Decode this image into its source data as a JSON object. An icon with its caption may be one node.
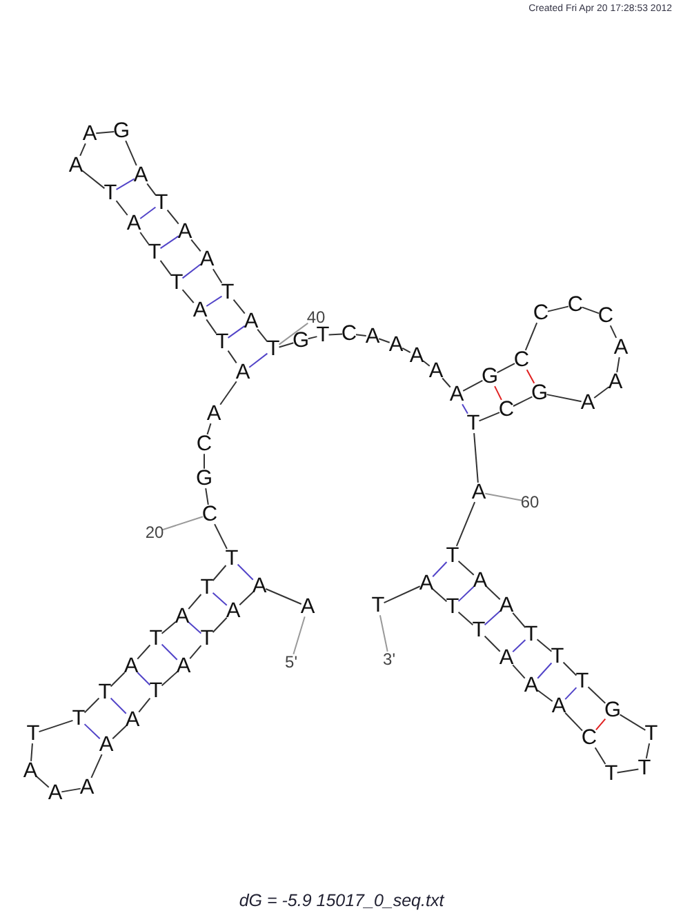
{
  "diagram": {
    "caption": "dG = -5.9 15017_0_seq.txt",
    "labels": [
      "Created Fri Apr 20 17:28:53 2012"
    ],
    "nodes": [
      {
        "text": [
          "A"
        ]
      },
      {
        "text": [
          "A"
        ]
      },
      {
        "text": [
          "A"
        ]
      },
      {
        "text": [
          "T"
        ]
      },
      {
        "text": [
          "A"
        ]
      },
      {
        "text": [
          "T"
        ]
      },
      {
        "text": [
          "A"
        ]
      },
      {
        "text": [
          "A"
        ]
      },
      {
        "text": [
          "A"
        ]
      },
      {
        "text": [
          "A"
        ]
      },
      {
        "text": [
          "A"
        ]
      },
      {
        "text": [
          "T"
        ]
      },
      {
        "text": [
          "T"
        ]
      },
      {
        "text": [
          "T"
        ]
      },
      {
        "text": [
          "A"
        ]
      },
      {
        "text": [
          "T"
        ]
      },
      {
        "text": [
          "A"
        ]
      },
      {
        "text": [
          "T"
        ]
      },
      {
        "text": [
          "T"
        ]
      },
      {
        "text": [
          "C"
        ]
      },
      {
        "text": [
          "G"
        ]
      },
      {
        "text": [
          "C"
        ]
      },
      {
        "text": [
          "A"
        ]
      },
      {
        "text": [
          "A"
        ]
      },
      {
        "text": [
          "T"
        ]
      },
      {
        "text": [
          "A"
        ]
      },
      {
        "text": [
          "T"
        ]
      },
      {
        "text": [
          "T"
        ]
      },
      {
        "text": [
          "A"
        ]
      },
      {
        "text": [
          "T"
        ]
      },
      {
        "text": [
          "A"
        ]
      },
      {
        "text": [
          "A"
        ]
      },
      {
        "text": [
          "G"
        ]
      },
      {
        "text": [
          "A"
        ]
      },
      {
        "text": [
          "T"
        ]
      },
      {
        "text": [
          "A"
        ]
      },
      {
        "text": [
          "A"
        ]
      },
      {
        "text": [
          "T"
        ]
      },
      {
        "text": [
          "A"
        ]
      },
      {
        "text": [
          "T"
        ]
      },
      {
        "text": [
          "G"
        ]
      },
      {
        "text": [
          "T"
        ]
      },
      {
        "text": [
          "C"
        ]
      },
      {
        "text": [
          "A"
        ]
      },
      {
        "text": [
          "A"
        ]
      },
      {
        "text": [
          "A"
        ]
      },
      {
        "text": [
          "A"
        ]
      },
      {
        "text": [
          "A"
        ]
      },
      {
        "text": [
          "G"
        ]
      },
      {
        "text": [
          "C"
        ]
      },
      {
        "text": [
          "C"
        ]
      },
      {
        "text": [
          "C"
        ]
      },
      {
        "text": [
          "C"
        ]
      },
      {
        "text": [
          "A"
        ]
      },
      {
        "text": [
          "A"
        ]
      },
      {
        "text": [
          "A"
        ]
      },
      {
        "text": [
          "G"
        ]
      },
      {
        "text": [
          "C"
        ]
      },
      {
        "text": [
          "T"
        ]
      },
      {
        "text": [
          "A"
        ]
      },
      {
        "text": [
          "T"
        ]
      },
      {
        "text": [
          "A"
        ]
      },
      {
        "text": [
          "A"
        ]
      },
      {
        "text": [
          "T"
        ]
      },
      {
        "text": [
          "T"
        ]
      },
      {
        "text": [
          "T"
        ]
      },
      {
        "text": [
          "G"
        ]
      },
      {
        "text": [
          "T"
        ]
      },
      {
        "text": [
          "T"
        ]
      },
      {
        "text": [
          "T"
        ]
      },
      {
        "text": [
          "C"
        ]
      },
      {
        "text": [
          "A"
        ]
      },
      {
        "text": [
          "A"
        ]
      },
      {
        "text": [
          "A"
        ]
      },
      {
        "text": [
          "T"
        ]
      },
      {
        "text": [
          "T"
        ]
      },
      {
        "text": [
          "A"
        ]
      },
      {
        "text": [
          "T"
        ]
      },
      {
        "text": [
          "5'"
        ]
      },
      {
        "text": [
          "3'"
        ]
      },
      {
        "text": [
          "20"
        ]
      },
      {
        "text": [
          "40"
        ]
      },
      {
        "text": [
          "60"
        ]
      }
    ],
    "edges": [
      {
        "from": 0,
        "to": 1,
        "arrow": "none"
      },
      {
        "from": 1,
        "to": 2,
        "arrow": "none"
      },
      {
        "from": 2,
        "to": 3,
        "arrow": "none"
      },
      {
        "from": 3,
        "to": 4,
        "arrow": "none"
      },
      {
        "from": 4,
        "to": 5,
        "arrow": "none"
      },
      {
        "from": 5,
        "to": 6,
        "arrow": "none"
      },
      {
        "from": 6,
        "to": 7,
        "arrow": "none"
      },
      {
        "from": 7,
        "to": 8,
        "arrow": "none"
      },
      {
        "from": 8,
        "to": 9,
        "arrow": "none"
      },
      {
        "from": 9,
        "to": 10,
        "arrow": "none"
      },
      {
        "from": 10,
        "to": 11,
        "arrow": "none"
      },
      {
        "from": 11,
        "to": 12,
        "arrow": "none"
      },
      {
        "from": 12,
        "to": 13,
        "arrow": "none"
      },
      {
        "from": 13,
        "to": 14,
        "arrow": "none"
      },
      {
        "from": 14,
        "to": 15,
        "arrow": "none"
      },
      {
        "from": 15,
        "to": 16,
        "arrow": "none"
      },
      {
        "from": 16,
        "to": 17,
        "arrow": "none"
      },
      {
        "from": 17,
        "to": 18,
        "arrow": "none"
      },
      {
        "from": 18,
        "to": 19,
        "arrow": "none"
      },
      {
        "from": 19,
        "to": 20,
        "arrow": "none"
      },
      {
        "from": 20,
        "to": 21,
        "arrow": "none"
      },
      {
        "from": 21,
        "to": 22,
        "arrow": "none"
      },
      {
        "from": 22,
        "to": 23,
        "arrow": "none"
      },
      {
        "from": 23,
        "to": 24,
        "arrow": "none"
      },
      {
        "from": 24,
        "to": 25,
        "arrow": "none"
      },
      {
        "from": 25,
        "to": 26,
        "arrow": "none"
      },
      {
        "from": 26,
        "to": 27,
        "arrow": "none"
      },
      {
        "from": 27,
        "to": 28,
        "arrow": "none"
      },
      {
        "from": 28,
        "to": 29,
        "arrow": "none"
      },
      {
        "from": 29,
        "to": 30,
        "arrow": "none"
      },
      {
        "from": 30,
        "to": 31,
        "arrow": "none"
      },
      {
        "from": 31,
        "to": 32,
        "arrow": "none"
      },
      {
        "from": 32,
        "to": 33,
        "arrow": "none"
      },
      {
        "from": 33,
        "to": 34,
        "arrow": "none"
      },
      {
        "from": 34,
        "to": 35,
        "arrow": "none"
      },
      {
        "from": 35,
        "to": 36,
        "arrow": "none"
      },
      {
        "from": 36,
        "to": 37,
        "arrow": "none"
      },
      {
        "from": 37,
        "to": 38,
        "arrow": "none"
      },
      {
        "from": 38,
        "to": 39,
        "arrow": "none"
      },
      {
        "from": 39,
        "to": 40,
        "arrow": "none"
      },
      {
        "from": 40,
        "to": 41,
        "arrow": "none"
      },
      {
        "from": 41,
        "to": 42,
        "arrow": "none"
      },
      {
        "from": 42,
        "to": 43,
        "arrow": "none"
      },
      {
        "from": 43,
        "to": 44,
        "arrow": "none"
      },
      {
        "from": 44,
        "to": 45,
        "arrow": "none"
      },
      {
        "from": 45,
        "to": 46,
        "arrow": "none"
      },
      {
        "from": 46,
        "to": 47,
        "arrow": "none"
      },
      {
        "from": 47,
        "to": 48,
        "arrow": "none"
      },
      {
        "from": 48,
        "to": 49,
        "arrow": "none"
      },
      {
        "from": 49,
        "to": 50,
        "arrow": "none"
      },
      {
        "from": 50,
        "to": 51,
        "arrow": "none"
      },
      {
        "from": 51,
        "to": 52,
        "arrow": "none"
      },
      {
        "from": 52,
        "to": 53,
        "arrow": "none"
      },
      {
        "from": 53,
        "to": 54,
        "arrow": "none"
      },
      {
        "from": 54,
        "to": 55,
        "arrow": "none"
      },
      {
        "from": 55,
        "to": 56,
        "arrow": "none"
      },
      {
        "from": 56,
        "to": 57,
        "arrow": "none"
      },
      {
        "from": 57,
        "to": 58,
        "arrow": "none"
      },
      {
        "from": 58,
        "to": 59,
        "arrow": "none"
      },
      {
        "from": 59,
        "to": 60,
        "arrow": "none"
      },
      {
        "from": 60,
        "to": 61,
        "arrow": "none"
      },
      {
        "from": 61,
        "to": 62,
        "arrow": "none"
      },
      {
        "from": 62,
        "to": 63,
        "arrow": "none"
      },
      {
        "from": 63,
        "to": 64,
        "arrow": "none"
      },
      {
        "from": 64,
        "to": 65,
        "arrow": "none"
      },
      {
        "from": 65,
        "to": 66,
        "arrow": "none"
      },
      {
        "from": 66,
        "to": 67,
        "arrow": "none"
      },
      {
        "from": 67,
        "to": 68,
        "arrow": "none"
      },
      {
        "from": 68,
        "to": 69,
        "arrow": "none"
      },
      {
        "from": 69,
        "to": 70,
        "arrow": "none"
      },
      {
        "from": 70,
        "to": 71,
        "arrow": "none"
      },
      {
        "from": 71,
        "to": 72,
        "arrow": "none"
      },
      {
        "from": 72,
        "to": 73,
        "arrow": "none"
      },
      {
        "from": 73,
        "to": 74,
        "arrow": "none"
      },
      {
        "from": 74,
        "to": 75,
        "arrow": "none"
      },
      {
        "from": 75,
        "to": 76,
        "arrow": "none"
      },
      {
        "from": 76,
        "to": 77,
        "arrow": "none"
      },
      {
        "from": 1,
        "to": 18,
        "arrow": "none",
        "color": "#5244c8"
      },
      {
        "from": 2,
        "to": 17,
        "arrow": "none",
        "color": "#5244c8"
      },
      {
        "from": 3,
        "to": 16,
        "arrow": "none",
        "color": "#5244c8"
      },
      {
        "from": 4,
        "to": 15,
        "arrow": "none",
        "color": "#5244c8"
      },
      {
        "from": 5,
        "to": 14,
        "arrow": "none",
        "color": "#5244c8"
      },
      {
        "from": 6,
        "to": 13,
        "arrow": "none",
        "color": "#5244c8"
      },
      {
        "from": 7,
        "to": 12,
        "arrow": "none",
        "color": "#5244c8"
      },
      {
        "from": 23,
        "to": 39,
        "arrow": "none",
        "color": "#5244c8"
      },
      {
        "from": 24,
        "to": 38,
        "arrow": "none",
        "color": "#5244c8"
      },
      {
        "from": 25,
        "to": 37,
        "arrow": "none",
        "color": "#5244c8"
      },
      {
        "from": 26,
        "to": 36,
        "arrow": "none",
        "color": "#5244c8"
      },
      {
        "from": 27,
        "to": 35,
        "arrow": "none",
        "color": "#5244c8"
      },
      {
        "from": 28,
        "to": 34,
        "arrow": "none",
        "color": "#5244c8"
      },
      {
        "from": 29,
        "to": 33,
        "arrow": "none",
        "color": "#5244c8"
      },
      {
        "from": 47,
        "to": 58,
        "arrow": "none",
        "color": "#5244c8"
      },
      {
        "from": 48,
        "to": 57,
        "arrow": "none",
        "color": "#e02020"
      },
      {
        "from": 49,
        "to": 56,
        "arrow": "none",
        "color": "#e02020"
      },
      {
        "from": 60,
        "to": 76,
        "arrow": "none",
        "color": "#5244c8"
      },
      {
        "from": 61,
        "to": 75,
        "arrow": "none",
        "color": "#5244c8"
      },
      {
        "from": 62,
        "to": 74,
        "arrow": "none",
        "color": "#5244c8"
      },
      {
        "from": 63,
        "to": 73,
        "arrow": "none",
        "color": "#5244c8"
      },
      {
        "from": 64,
        "to": 72,
        "arrow": "none",
        "color": "#5244c8"
      },
      {
        "from": 65,
        "to": 71,
        "arrow": "none",
        "color": "#5244c8"
      },
      {
        "from": 66,
        "to": 70,
        "arrow": "none",
        "color": "#e02020"
      },
      {
        "from": 78,
        "to": 0,
        "arrow": "none",
        "color": "#999999"
      },
      {
        "from": 79,
        "to": 77,
        "arrow": "none",
        "color": "#999999"
      },
      {
        "from": 80,
        "to": 19,
        "arrow": "none",
        "color": "#999999"
      },
      {
        "from": 81,
        "to": 39,
        "arrow": "none",
        "color": "#999999"
      },
      {
        "from": 82,
        "to": 59,
        "arrow": "none",
        "color": "#999999"
      }
    ]
  }
}
